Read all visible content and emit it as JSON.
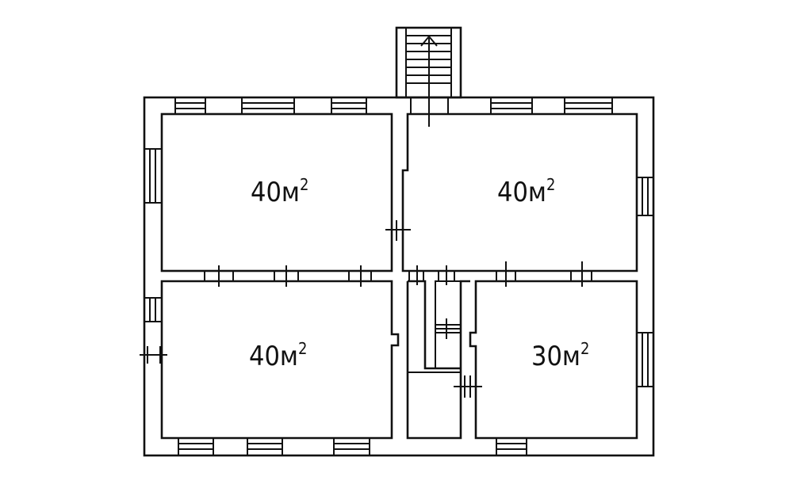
{
  "plan": {
    "rooms": [
      {
        "id": "room-top-left",
        "value": "40м",
        "sup": "2"
      },
      {
        "id": "room-top-right",
        "value": "40м",
        "sup": "2"
      },
      {
        "id": "room-bottom-left",
        "value": "40м",
        "sup": "2"
      },
      {
        "id": "room-bottom-right",
        "value": "30м",
        "sup": "2"
      }
    ],
    "colors": {
      "line": "#111111",
      "background": "#ffffff"
    },
    "icons": {
      "stairs_arrow": "arrow-up-icon"
    }
  }
}
